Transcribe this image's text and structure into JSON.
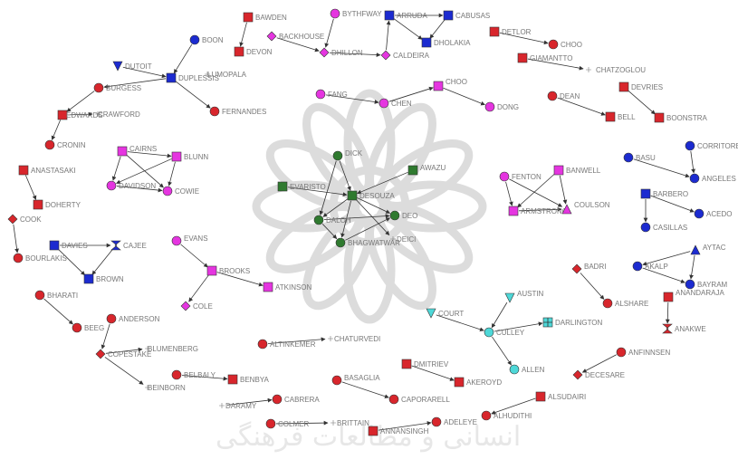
{
  "watermark": {
    "text": "پژوهشگاه علوم انسانی و مطالعات فرهنگی",
    "color": "#dcdcdc"
  },
  "colors": {
    "red": "#d8262c",
    "magenta": "#e535e0",
    "blue": "#1c2bd0",
    "green": "#2f7a2f",
    "cyan": "#4ed8d8",
    "edge": "#333333",
    "label": "#777777",
    "gray": "#888888"
  },
  "nodes": [
    {
      "id": "bawden",
      "label": "BAWDEN",
      "shape": "square",
      "color": "red"
    },
    {
      "id": "devon",
      "label": "DEVON",
      "shape": "square",
      "color": "red"
    },
    {
      "id": "boon",
      "label": "BOON",
      "shape": "circle",
      "color": "blue"
    },
    {
      "id": "dutoit",
      "label": "DUTOIT",
      "shape": "triangle-down",
      "color": "blue"
    },
    {
      "id": "duplessis",
      "label": "DUPLESSIS",
      "shape": "square",
      "color": "blue"
    },
    {
      "id": "lumopala",
      "label": "LUMOPALA",
      "shape": "none",
      "color": "gray"
    },
    {
      "id": "fernandes",
      "label": "FERNANDES",
      "shape": "circle",
      "color": "red"
    },
    {
      "id": "burgess",
      "label": "BURGESS",
      "shape": "circle",
      "color": "red"
    },
    {
      "id": "edwards",
      "label": "EDWARDS",
      "shape": "square",
      "color": "red"
    },
    {
      "id": "crawford",
      "label": "CRAWFORD",
      "shape": "none",
      "color": "gray"
    },
    {
      "id": "cronin",
      "label": "CRONIN",
      "shape": "circle",
      "color": "red"
    },
    {
      "id": "bythfway",
      "label": "BYTHFWAY",
      "shape": "circle",
      "color": "magenta"
    },
    {
      "id": "arruda",
      "label": "ARRUDA",
      "shape": "square",
      "color": "blue"
    },
    {
      "id": "cabusas",
      "label": "CABUSAS",
      "shape": "square",
      "color": "blue"
    },
    {
      "id": "backhouse",
      "label": "BACKHOUSE",
      "shape": "diamond",
      "color": "magenta"
    },
    {
      "id": "dhillon",
      "label": "DHILLON",
      "shape": "diamond",
      "color": "magenta"
    },
    {
      "id": "caldeira",
      "label": "CALDEIRA",
      "shape": "diamond",
      "color": "magenta"
    },
    {
      "id": "dholakia",
      "label": "DHOLAKIA",
      "shape": "square",
      "color": "blue"
    },
    {
      "id": "detlor",
      "label": "DETLOR",
      "shape": "square",
      "color": "red"
    },
    {
      "id": "choo2",
      "label": "CHOO",
      "shape": "circle",
      "color": "red"
    },
    {
      "id": "giamantto",
      "label": "GIAMANTTO",
      "shape": "square",
      "color": "red"
    },
    {
      "id": "chatzoglou",
      "label": "CHATZOGLOU",
      "shape": "none",
      "color": "gray"
    },
    {
      "id": "fang",
      "label": "FANG",
      "shape": "circle",
      "color": "magenta"
    },
    {
      "id": "chen",
      "label": "CHEN",
      "shape": "circle",
      "color": "magenta"
    },
    {
      "id": "choo",
      "label": "CHOO",
      "shape": "square",
      "color": "magenta"
    },
    {
      "id": "dong",
      "label": "DONG",
      "shape": "circle",
      "color": "magenta"
    },
    {
      "id": "dean",
      "label": "DEAN",
      "shape": "circle",
      "color": "red"
    },
    {
      "id": "bell",
      "label": "BELL",
      "shape": "square",
      "color": "red"
    },
    {
      "id": "devries",
      "label": "DEVRIES",
      "shape": "square",
      "color": "red"
    },
    {
      "id": "boonstra",
      "label": "BOONSTRA",
      "shape": "square",
      "color": "red"
    },
    {
      "id": "anastasaki",
      "label": "ANASTASAKI",
      "shape": "square",
      "color": "red"
    },
    {
      "id": "doherty",
      "label": "DOHERTY",
      "shape": "square",
      "color": "red"
    },
    {
      "id": "cairns",
      "label": "CAIRNS",
      "shape": "square",
      "color": "magenta"
    },
    {
      "id": "blunn",
      "label": "BLUNN",
      "shape": "square",
      "color": "magenta"
    },
    {
      "id": "davidson",
      "label": "DAVIDSON",
      "shape": "circle",
      "color": "magenta"
    },
    {
      "id": "cowie",
      "label": "COWIE",
      "shape": "circle",
      "color": "magenta"
    },
    {
      "id": "dick",
      "label": "DICK",
      "shape": "circle",
      "color": "green"
    },
    {
      "id": "awazu",
      "label": "AWAZU",
      "shape": "square",
      "color": "green"
    },
    {
      "id": "evaristo",
      "label": "EVARISTO",
      "shape": "square",
      "color": "green"
    },
    {
      "id": "desouza",
      "label": "DESOUZA",
      "shape": "square",
      "color": "green"
    },
    {
      "id": "daloh",
      "label": "DALOH",
      "shape": "circle",
      "color": "green"
    },
    {
      "id": "deo",
      "label": "DEO",
      "shape": "circle",
      "color": "green"
    },
    {
      "id": "bhagwatwar",
      "label": "BHAGWATWAR",
      "shape": "circle",
      "color": "green"
    },
    {
      "id": "deici",
      "label": "DEICI",
      "shape": "none",
      "color": "gray"
    },
    {
      "id": "fenton",
      "label": "FENTON",
      "shape": "circle",
      "color": "magenta"
    },
    {
      "id": "banwell",
      "label": "BANWELL",
      "shape": "square",
      "color": "magenta"
    },
    {
      "id": "armstrong",
      "label": "ARMSTRONG",
      "shape": "square",
      "color": "magenta"
    },
    {
      "id": "coulson",
      "label": "COULSON",
      "shape": "triangle-up",
      "color": "magenta"
    },
    {
      "id": "basu",
      "label": "BASU",
      "shape": "circle",
      "color": "blue"
    },
    {
      "id": "corritore",
      "label": "CORRITORE",
      "shape": "circle",
      "color": "blue"
    },
    {
      "id": "angeles",
      "label": "ANGELES",
      "shape": "circle",
      "color": "blue"
    },
    {
      "id": "barbero",
      "label": "BARBERO",
      "shape": "square",
      "color": "blue"
    },
    {
      "id": "casillas",
      "label": "CASILLAS",
      "shape": "circle",
      "color": "blue"
    },
    {
      "id": "acedo",
      "label": "ACEDO",
      "shape": "circle",
      "color": "blue"
    },
    {
      "id": "cook",
      "label": "COOK",
      "shape": "diamond",
      "color": "red"
    },
    {
      "id": "bourlakis",
      "label": "BOURLAKIS",
      "shape": "circle",
      "color": "red"
    },
    {
      "id": "davies",
      "label": "DAVIES",
      "shape": "square",
      "color": "blue"
    },
    {
      "id": "cajee",
      "label": "CAJEE",
      "shape": "hourglass",
      "color": "blue"
    },
    {
      "id": "brown",
      "label": "BROWN",
      "shape": "square",
      "color": "blue"
    },
    {
      "id": "evans",
      "label": "EVANS",
      "shape": "circle",
      "color": "magenta"
    },
    {
      "id": "brooks",
      "label": "BROOKS",
      "shape": "square",
      "color": "magenta"
    },
    {
      "id": "atkinson",
      "label": "ATKINSON",
      "shape": "square",
      "color": "magenta"
    },
    {
      "id": "cole",
      "label": "COLE",
      "shape": "diamond",
      "color": "magenta"
    },
    {
      "id": "badri",
      "label": "BADRI",
      "shape": "diamond",
      "color": "red"
    },
    {
      "id": "alshare",
      "label": "ALSHARE",
      "shape": "circle",
      "color": "red"
    },
    {
      "id": "akalp",
      "label": "AKALP",
      "shape": "circle",
      "color": "blue"
    },
    {
      "id": "aytac",
      "label": "AYTAC",
      "shape": "triangle-up",
      "color": "blue"
    },
    {
      "id": "bayram",
      "label": "BAYRAM",
      "shape": "circle",
      "color": "blue"
    },
    {
      "id": "anandaraja",
      "label": "ANANDARAJA",
      "shape": "square",
      "color": "red"
    },
    {
      "id": "anakwe",
      "label": "ANAKWE",
      "shape": "hourglass",
      "color": "red"
    },
    {
      "id": "bharati",
      "label": "BHARATI",
      "shape": "circle",
      "color": "red"
    },
    {
      "id": "beeg",
      "label": "BEEG",
      "shape": "circle",
      "color": "red"
    },
    {
      "id": "anderson",
      "label": "ANDERSON",
      "shape": "circle",
      "color": "red"
    },
    {
      "id": "copestake",
      "label": "COPESTAKE",
      "shape": "diamond",
      "color": "red"
    },
    {
      "id": "blumenberg",
      "label": "BLUMENBERG",
      "shape": "none",
      "color": "gray"
    },
    {
      "id": "beinborn",
      "label": "BEINBORN",
      "shape": "none",
      "color": "gray"
    },
    {
      "id": "belbaly",
      "label": "BELBALY",
      "shape": "circle",
      "color": "red"
    },
    {
      "id": "benbya",
      "label": "BENBYA",
      "shape": "square",
      "color": "red"
    },
    {
      "id": "austin",
      "label": "AUSTIN",
      "shape": "triangle-down",
      "color": "cyan"
    },
    {
      "id": "court",
      "label": "COURT",
      "shape": "triangle-down",
      "color": "cyan"
    },
    {
      "id": "culley",
      "label": "CULLEY",
      "shape": "circle",
      "color": "cyan"
    },
    {
      "id": "darlington",
      "label": "DARLINGTON",
      "shape": "square-cross",
      "color": "cyan"
    },
    {
      "id": "allen",
      "label": "ALLEN",
      "shape": "circle",
      "color": "cyan"
    },
    {
      "id": "altinkemer",
      "label": "ALTINKEMER",
      "shape": "circle",
      "color": "red"
    },
    {
      "id": "chaturvedi",
      "label": "CHATURVEDI",
      "shape": "none",
      "color": "gray"
    },
    {
      "id": "dmitriev",
      "label": "DMITRIEV",
      "shape": "square",
      "color": "red"
    },
    {
      "id": "akeroyd",
      "label": "AKEROYD",
      "shape": "square",
      "color": "red"
    },
    {
      "id": "anfinnsen",
      "label": "ANFINNSEN",
      "shape": "circle",
      "color": "red"
    },
    {
      "id": "decesare",
      "label": "DECESARE",
      "shape": "diamond",
      "color": "red"
    },
    {
      "id": "basaglia",
      "label": "BASAGLIA",
      "shape": "circle",
      "color": "red"
    },
    {
      "id": "caporarell",
      "label": "CAPORARELL",
      "shape": "circle",
      "color": "red"
    },
    {
      "id": "alsudairi",
      "label": "ALSUDAIRI",
      "shape": "square",
      "color": "red"
    },
    {
      "id": "alhudithi",
      "label": "ALHUDITHI",
      "shape": "circle",
      "color": "red"
    },
    {
      "id": "daramy",
      "label": "DARAMY",
      "shape": "none",
      "color": "gray"
    },
    {
      "id": "cabrera",
      "label": "CABRERA",
      "shape": "circle",
      "color": "red"
    },
    {
      "id": "colmer",
      "label": "COLMER",
      "shape": "circle",
      "color": "red"
    },
    {
      "id": "brittain",
      "label": "BRITTAIN",
      "shape": "none",
      "color": "gray"
    },
    {
      "id": "annansingh",
      "label": "ANNANSINGH",
      "shape": "square",
      "color": "red"
    },
    {
      "id": "adeleye",
      "label": "ADELEYE",
      "shape": "circle",
      "color": "red"
    }
  ],
  "edges": [
    [
      "bawden",
      "devon"
    ],
    [
      "boon",
      "duplessis"
    ],
    [
      "dutoit",
      "duplessis"
    ],
    [
      "duplessis",
      "fernandes"
    ],
    [
      "duplessis",
      "burgess"
    ],
    [
      "burgess",
      "edwards"
    ],
    [
      "edwards",
      "cronin"
    ],
    [
      "edwards",
      "crawford"
    ],
    [
      "bythfway",
      "dhillon"
    ],
    [
      "backhouse",
      "dhillon"
    ],
    [
      "dhillon",
      "caldeira"
    ],
    [
      "caldeira",
      "arruda"
    ],
    [
      "arruda",
      "cabusas"
    ],
    [
      "arruda",
      "dholakia"
    ],
    [
      "cabusas",
      "dholakia"
    ],
    [
      "detlor",
      "choo2"
    ],
    [
      "giamantto",
      "chatzoglou"
    ],
    [
      "fang",
      "chen"
    ],
    [
      "chen",
      "choo"
    ],
    [
      "choo",
      "dong"
    ],
    [
      "dean",
      "bell"
    ],
    [
      "devries",
      "boonstra"
    ],
    [
      "anastasaki",
      "doherty"
    ],
    [
      "cairns",
      "davidson"
    ],
    [
      "cairns",
      "cowie"
    ],
    [
      "cairns",
      "blunn"
    ],
    [
      "blunn",
      "davidson"
    ],
    [
      "davidson",
      "cowie"
    ],
    [
      "blunn",
      "cowie"
    ],
    [
      "evaristo",
      "desouza"
    ],
    [
      "dick",
      "desouza"
    ],
    [
      "awazu",
      "desouza"
    ],
    [
      "desouza",
      "daloh"
    ],
    [
      "desouza",
      "deo"
    ],
    [
      "desouza",
      "bhagwatwar"
    ],
    [
      "desouza",
      "deici"
    ],
    [
      "daloh",
      "deo"
    ],
    [
      "daloh",
      "bhagwatwar"
    ],
    [
      "bhagwatwar",
      "deo"
    ],
    [
      "dick",
      "daloh"
    ],
    [
      "fenton",
      "armstrong"
    ],
    [
      "fenton",
      "coulson"
    ],
    [
      "banwell",
      "armstrong"
    ],
    [
      "banwell",
      "coulson"
    ],
    [
      "armstrong",
      "coulson"
    ],
    [
      "basu",
      "angeles"
    ],
    [
      "corritore",
      "angeles"
    ],
    [
      "barbero",
      "casillas"
    ],
    [
      "barbero",
      "acedo"
    ],
    [
      "cook",
      "bourlakis"
    ],
    [
      "davies",
      "cajee"
    ],
    [
      "cajee",
      "brown"
    ],
    [
      "davies",
      "brown"
    ],
    [
      "evans",
      "brooks"
    ],
    [
      "brooks",
      "atkinson"
    ],
    [
      "brooks",
      "cole"
    ],
    [
      "badri",
      "alshare"
    ],
    [
      "akalp",
      "bayram"
    ],
    [
      "aytac",
      "bayram"
    ],
    [
      "aytac",
      "akalp"
    ],
    [
      "anandaraja",
      "anakwe"
    ],
    [
      "bharati",
      "beeg"
    ],
    [
      "anderson",
      "copestake"
    ],
    [
      "copestake",
      "blumenberg"
    ],
    [
      "copestake",
      "beinborn"
    ],
    [
      "belbaly",
      "benbya"
    ],
    [
      "court",
      "culley"
    ],
    [
      "austin",
      "culley"
    ],
    [
      "culley",
      "darlington"
    ],
    [
      "culley",
      "allen"
    ],
    [
      "altinkemer",
      "chaturvedi"
    ],
    [
      "dmitriev",
      "akeroyd"
    ],
    [
      "anfinnsen",
      "decesare"
    ],
    [
      "basaglia",
      "caporarell"
    ],
    [
      "alsudairi",
      "alhudithi"
    ],
    [
      "daramy",
      "cabrera"
    ],
    [
      "colmer",
      "brittain"
    ],
    [
      "annansingh",
      "adeleye"
    ]
  ]
}
